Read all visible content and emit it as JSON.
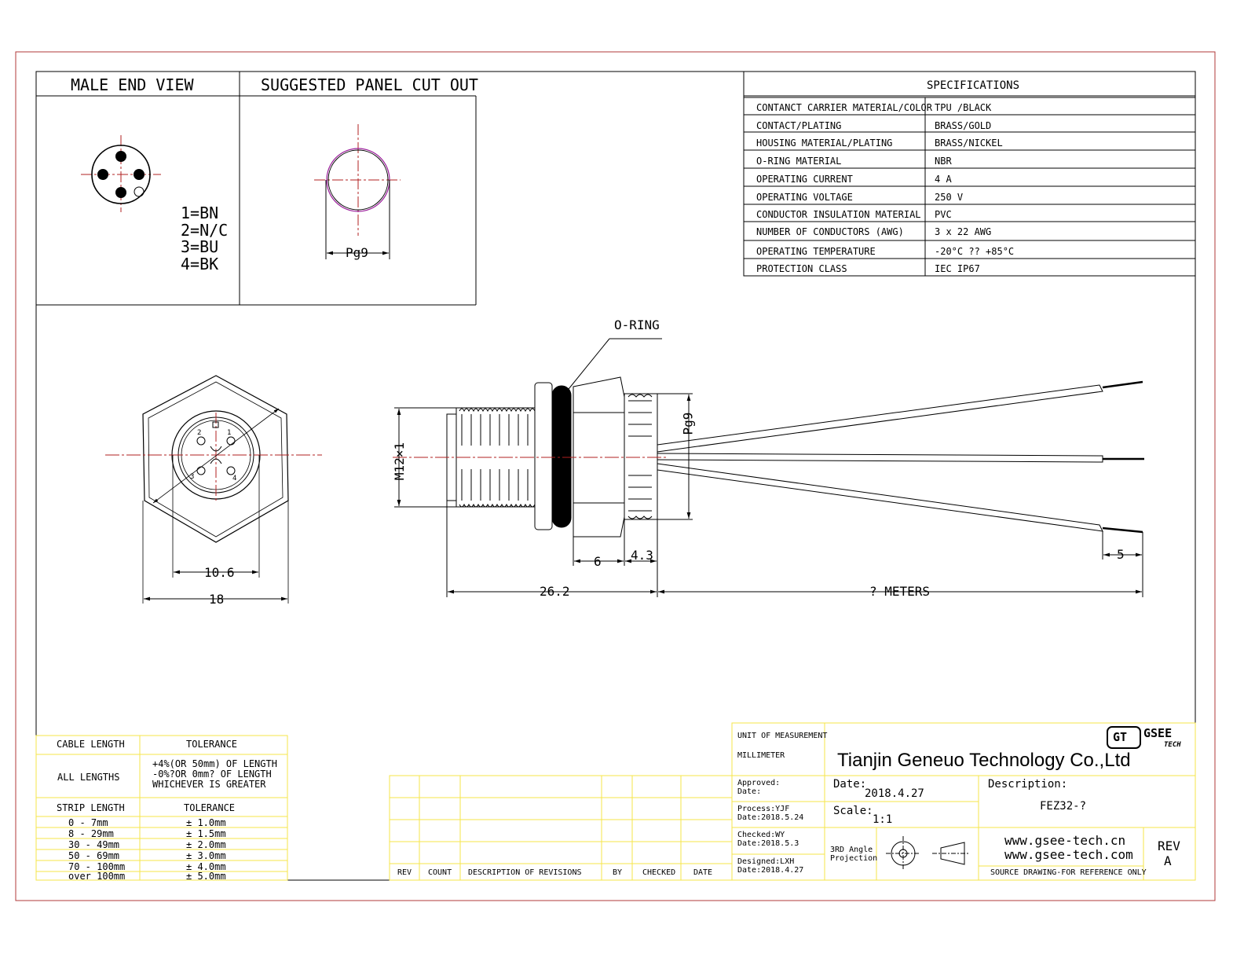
{
  "male_end_view": {
    "title": "MALE END VIEW",
    "pins": [
      "1=BN",
      "2=N/C",
      "3=BU",
      "4=BK"
    ]
  },
  "panel_cut_out": {
    "title": "SUGGESTED PANEL CUT OUT",
    "dim": "Pg9"
  },
  "specifications": {
    "title": "SPECIFICATIONS",
    "rows": [
      {
        "label": "CONTANCT CARRIER MATERIAL/COLOR",
        "value": "TPU /BLACK"
      },
      {
        "label": "CONTACT/PLATING",
        "value": "BRASS/GOLD"
      },
      {
        "label": "HOUSING MATERIAL/PLATING",
        "value": "BRASS/NICKEL"
      },
      {
        "label": "O-RING MATERIAL",
        "value": "NBR"
      },
      {
        "label": "OPERATING CURRENT",
        "value": "4 A"
      },
      {
        "label": "OPERATING VOLTAGE",
        "value": "250 V"
      },
      {
        "label": "CONDUCTOR INSULATION MATERIAL",
        "value": "PVC"
      },
      {
        "label": "NUMBER OF CONDUCTORS (AWG)",
        "value": "3 x 22 AWG"
      },
      {
        "label": "OPERATING TEMPERATURE",
        "value": "-20°C ?? +85°C"
      },
      {
        "label": "PROTECTION CLASS",
        "value": "IEC  IP67"
      }
    ]
  },
  "front_view": {
    "dim_inner": "10.6",
    "dim_outer": "18",
    "pin_numbers": [
      "1",
      "2",
      "3",
      "4"
    ]
  },
  "side_view": {
    "oring_label": "O-RING",
    "dim_thread": "M12×1",
    "dim_pg": "Pg9",
    "dim_hex": "6",
    "dim_nut": "4.3",
    "dim_body": "26.2",
    "dim_cable": "? METERS",
    "dim_strip": "5"
  },
  "cable_table": {
    "head_left": "CABLE LENGTH",
    "head_right": "TOLERANCE",
    "all_lengths": "ALL LENGTHS",
    "tolerance_lines": [
      "+4%(OR 50mm) OF LENGTH",
      "-0%?OR 0mm? OF LENGTH",
      "WHICHEVER  IS  GREATER"
    ],
    "strip_head": "STRIP LENGTH",
    "strip_tol_head": "TOLERANCE",
    "strip_rows": [
      {
        "range": "0 - 7mm",
        "tol": "± 1.0mm"
      },
      {
        "range": "8 - 29mm",
        "tol": "± 1.5mm"
      },
      {
        "range": "30 - 49mm",
        "tol": "± 2.0mm"
      },
      {
        "range": "50 - 69mm",
        "tol": "± 3.0mm"
      },
      {
        "range": "70 - 100mm",
        "tol": "± 4.0mm"
      },
      {
        "range": "over 100mm",
        "tol": "± 5.0mm"
      }
    ]
  },
  "revisions": {
    "headers": [
      "REV",
      "COUNT",
      "DESCRIPTION  OF  REVISIONS",
      "BY",
      "CHECKED",
      "DATE"
    ]
  },
  "title_block": {
    "unit_label": "UNIT OF MEASUREMENT",
    "unit_value": "MILLIMETER",
    "company": "Tianjin Geneuo Technology Co.,Ltd",
    "logo_mark": "GT",
    "logo_name": "GSEE",
    "logo_sub": "TECH",
    "approved": "Approved:",
    "approved_date": "Date:",
    "process": "Process:YJF",
    "process_date": "Date:2018.5.24",
    "checked": "Checked:WY",
    "checked_date": "Date:2018.5.3",
    "designed": "Designed:LXH",
    "designed_date": "Date:2018.4.27",
    "date_label": "Date:",
    "date_value": "2018.4.27",
    "scale_label": "Scale:",
    "scale_value": "1:1",
    "description_label": "Description:",
    "description_value": "FEZ32-?",
    "projection_line1": "3RD Angle",
    "projection_line2": "Projection",
    "web1": "www.gsee-tech.cn",
    "web2": "www.gsee-tech.com",
    "rev_label": "REV",
    "rev_value": "A",
    "source_note": "SOURCE DRAWING-FOR REFERENCE ONLY"
  },
  "colors": {
    "border": "#b03a3a",
    "centerline": "#b02020",
    "table_yellow": "#f5e64a",
    "panel_ring": "#9b1e9b"
  }
}
